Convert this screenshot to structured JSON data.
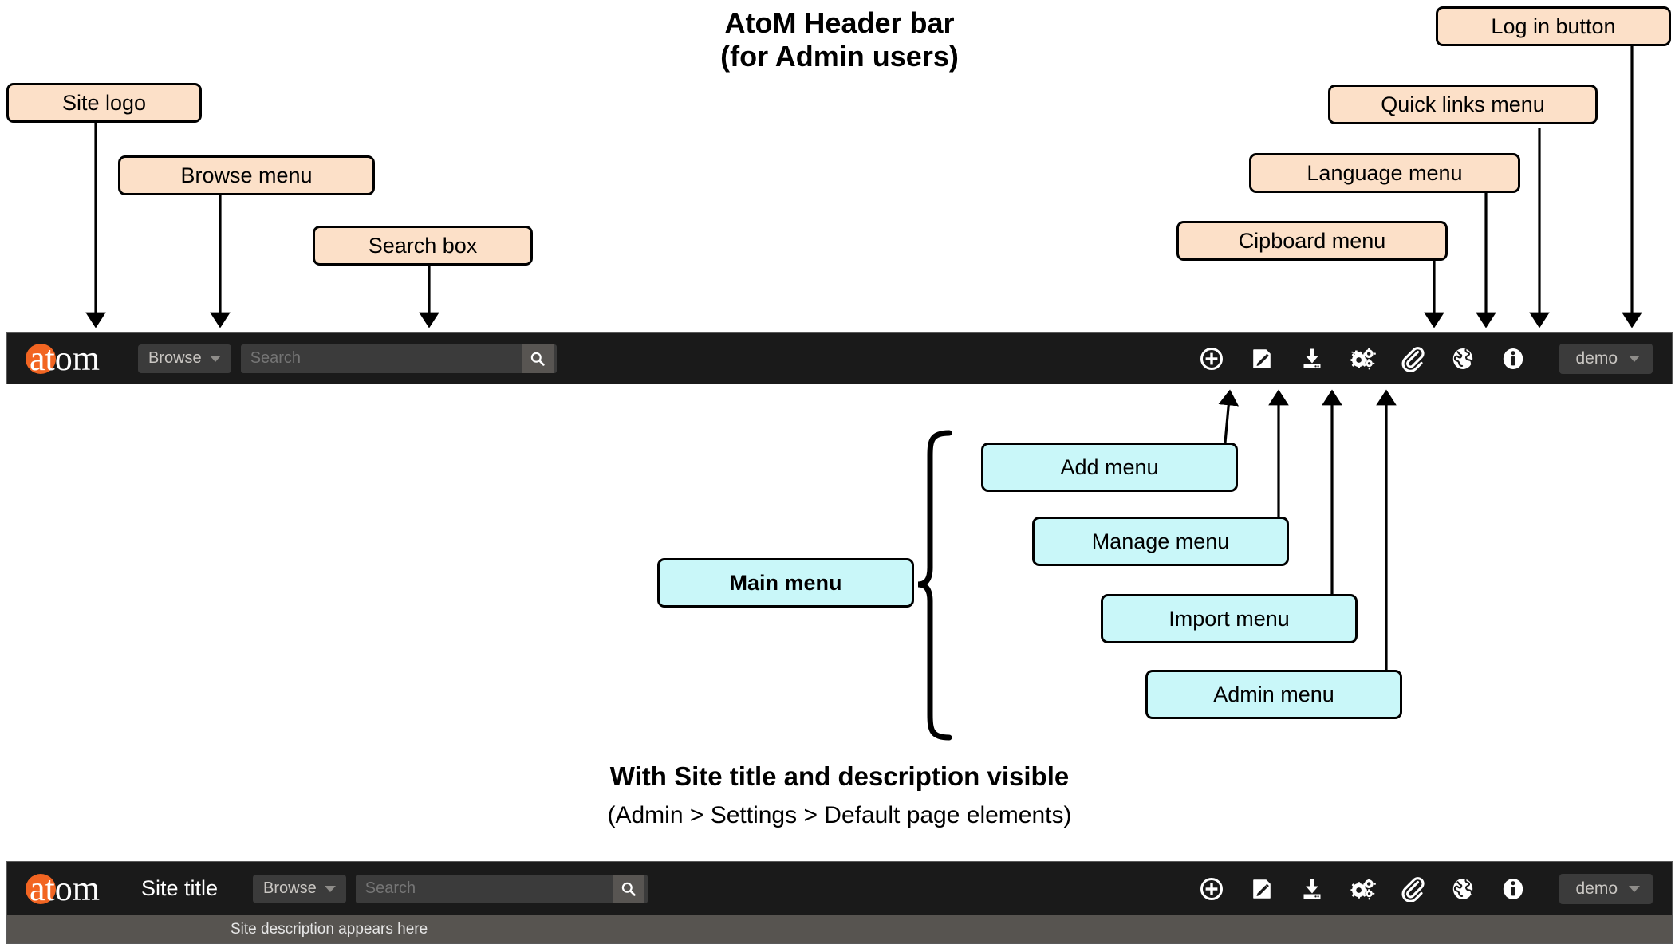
{
  "titles": {
    "main_line1": "AtoM Header bar",
    "main_line2": "(for Admin users)",
    "lower_main": "With Site title and description visible",
    "lower_sub": "(Admin > Settings > Default page elements)"
  },
  "callouts": {
    "site_logo": "Site logo",
    "browse_menu": "Browse menu",
    "search_box": "Search box",
    "clipboard_menu": "Cipboard menu",
    "language_menu": "Language menu",
    "quick_links_menu": "Quick links menu",
    "log_in_button": "Log in button",
    "main_menu": "Main menu",
    "add_menu": "Add menu",
    "manage_menu": "Manage menu",
    "import_menu": "Import menu",
    "admin_menu": "Admin menu"
  },
  "header_top": {
    "logo_text": "atom",
    "browse_label": "Browse",
    "search_placeholder": "Search",
    "search_value": "",
    "search_button_icon": "search-icon",
    "icons": [
      {
        "name": "add-icon",
        "label": "Add"
      },
      {
        "name": "manage-edit-icon",
        "label": "Manage"
      },
      {
        "name": "import-download-icon",
        "label": "Import"
      },
      {
        "name": "admin-gears-icon",
        "label": "Admin"
      },
      {
        "name": "clipboard-paperclip-icon",
        "label": "Clipboard"
      },
      {
        "name": "language-globe-icon",
        "label": "Language"
      },
      {
        "name": "quick-links-info-icon",
        "label": "Quick links"
      }
    ],
    "user_label": "demo"
  },
  "header_bottom": {
    "logo_text": "atom",
    "site_title": "Site title",
    "browse_label": "Browse",
    "search_placeholder": "Search",
    "search_value": "",
    "site_description": "Site description appears here",
    "user_label": "demo"
  },
  "colors": {
    "callout_peach": "#fce0c8",
    "callout_cyan": "#c9f7f9",
    "header_bg": "#1a1a1a",
    "desc_bar_bg": "#575450",
    "logo_orange": "#f26522",
    "control_bg": "#3b3b3b"
  }
}
